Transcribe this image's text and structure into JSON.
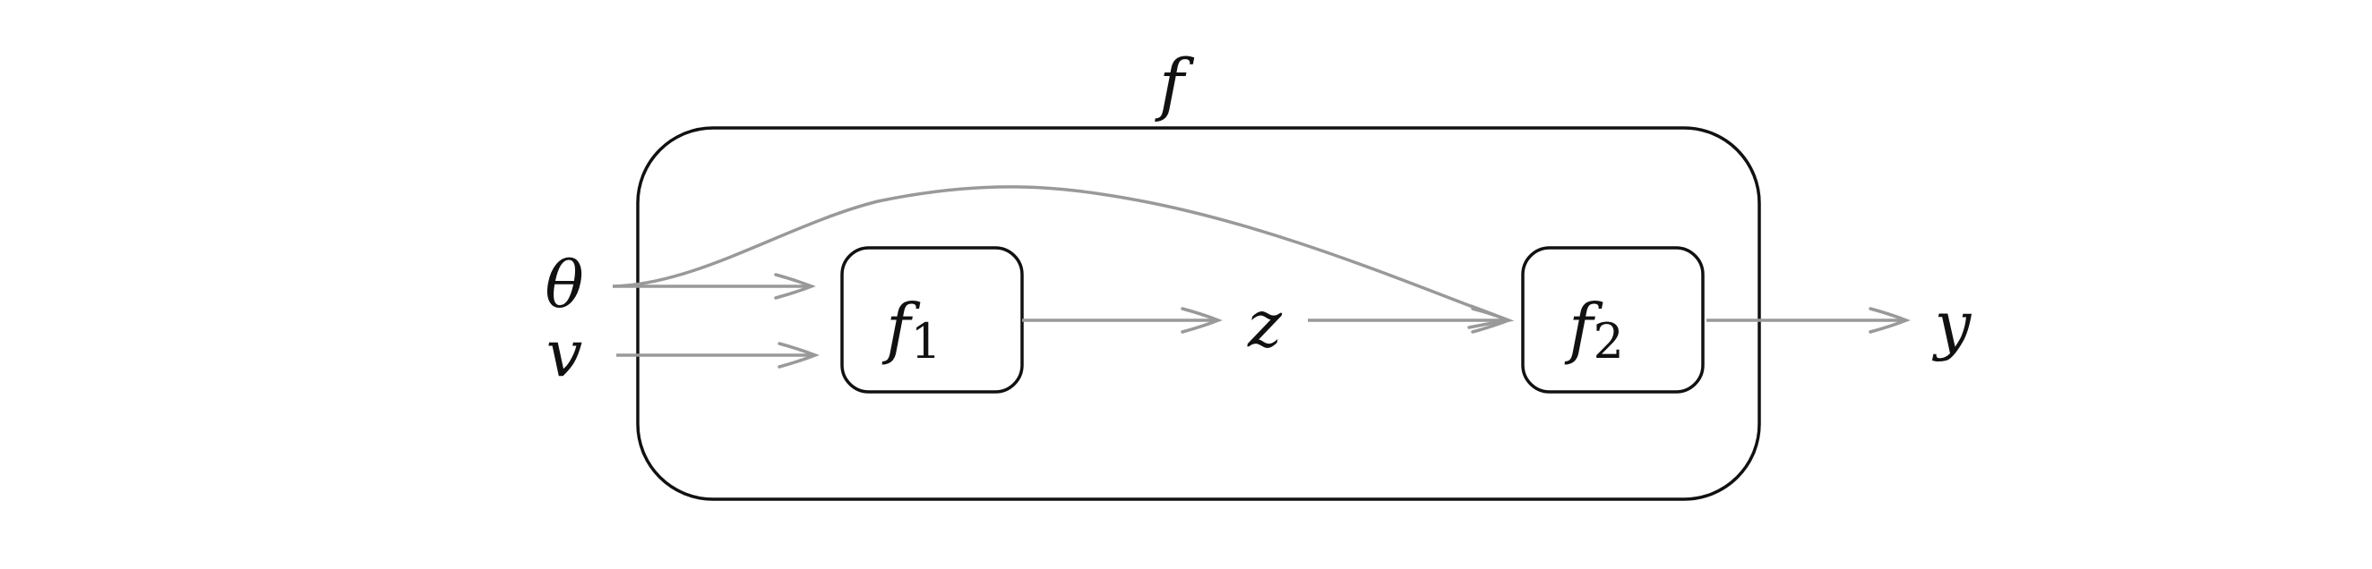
{
  "diagram": {
    "outer_label": "f",
    "inputs": {
      "theta": "θ",
      "v": "v"
    },
    "f1": {
      "base": "f",
      "sub": "1"
    },
    "intermediate": "z",
    "f2": {
      "base": "f",
      "sub": "2"
    },
    "output": "y",
    "colors": {
      "box_stroke": "#111111",
      "edge_stroke": "#999999"
    }
  }
}
